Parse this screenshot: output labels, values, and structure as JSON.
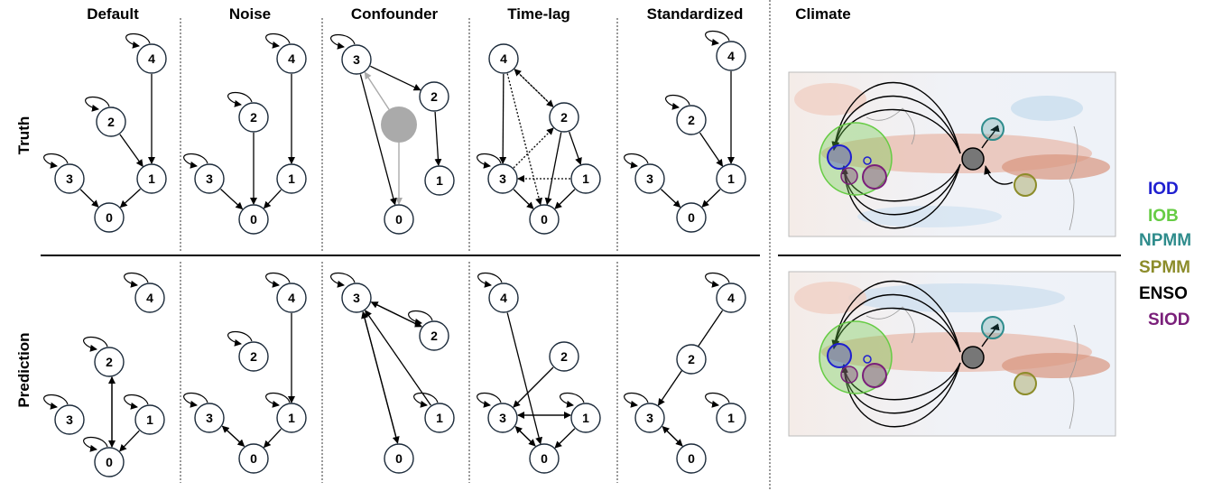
{
  "columns": {
    "default": "Default",
    "noise": "Noise",
    "confounder": "Confounder",
    "timelag": "Time-lag",
    "standardized": "Standardized",
    "climate": "Climate"
  },
  "rows": {
    "truth": "Truth",
    "prediction": "Prediction"
  },
  "nodes": [
    "0",
    "1",
    "2",
    "3",
    "4"
  ],
  "legend": [
    {
      "label": "IOD",
      "color": "#1f1fd0"
    },
    {
      "label": "IOB",
      "color": "#66cc44"
    },
    {
      "label": "NPMM",
      "color": "#2f8c8c"
    },
    {
      "label": "SPMM",
      "color": "#8c8c2a"
    },
    {
      "label": "ENSO",
      "color": "#000000"
    },
    {
      "label": "SIOD",
      "color": "#7a1f7a"
    }
  ]
}
